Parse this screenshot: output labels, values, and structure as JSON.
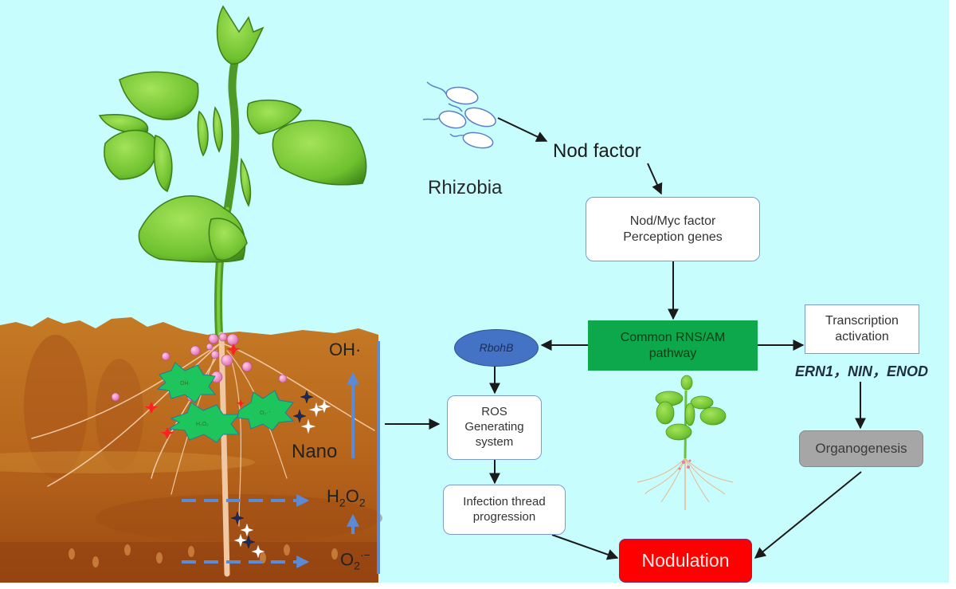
{
  "diagram": {
    "background_color": "#c8fdfe",
    "soil_panel": {
      "labels": {
        "oh_radical": "OH·",
        "nano": "Nano",
        "h2o2": "H",
        "h2o2_sub1": "2",
        "h2o2_o": "O",
        "h2o2_sub2": "2",
        "superoxide": "O",
        "superoxide_sub": "2",
        "superoxide_sup": "·−"
      },
      "starburst_labels": [
        "OH·",
        "H₂O₂",
        "O₂·⁻"
      ]
    },
    "rhizobia": {
      "label": "Rhizobia",
      "icon": "bacteria-icon"
    },
    "nodes": {
      "nod_factor": "Nod factor",
      "perception_line1": "Nod/Myc factor",
      "perception_line2": "Perception genes",
      "common_line1": "Common RNS/AM",
      "common_line2": "pathway",
      "rbohb": "RbohB",
      "ros_line1": "ROS",
      "ros_line2": "Generating",
      "ros_line3": "system",
      "infection_line1": "Infection thread",
      "infection_line2": "progression",
      "transcription_line1": "Transcription",
      "transcription_line2": "activation",
      "genes": "ERN1，NIN，ENOD",
      "organogenesis": "Organogenesis",
      "nodulation": "Nodulation"
    },
    "colors": {
      "common_pathway": "#0ea84c",
      "rbohb": "#4472c4",
      "organogenesis": "#a6a6a6",
      "nodulation": "#ff0000",
      "soil": "#c0701f",
      "leaf": "#7fcf3a",
      "arrow": "#1a1a1a",
      "ros_arrow": "#5b8ad6"
    }
  }
}
